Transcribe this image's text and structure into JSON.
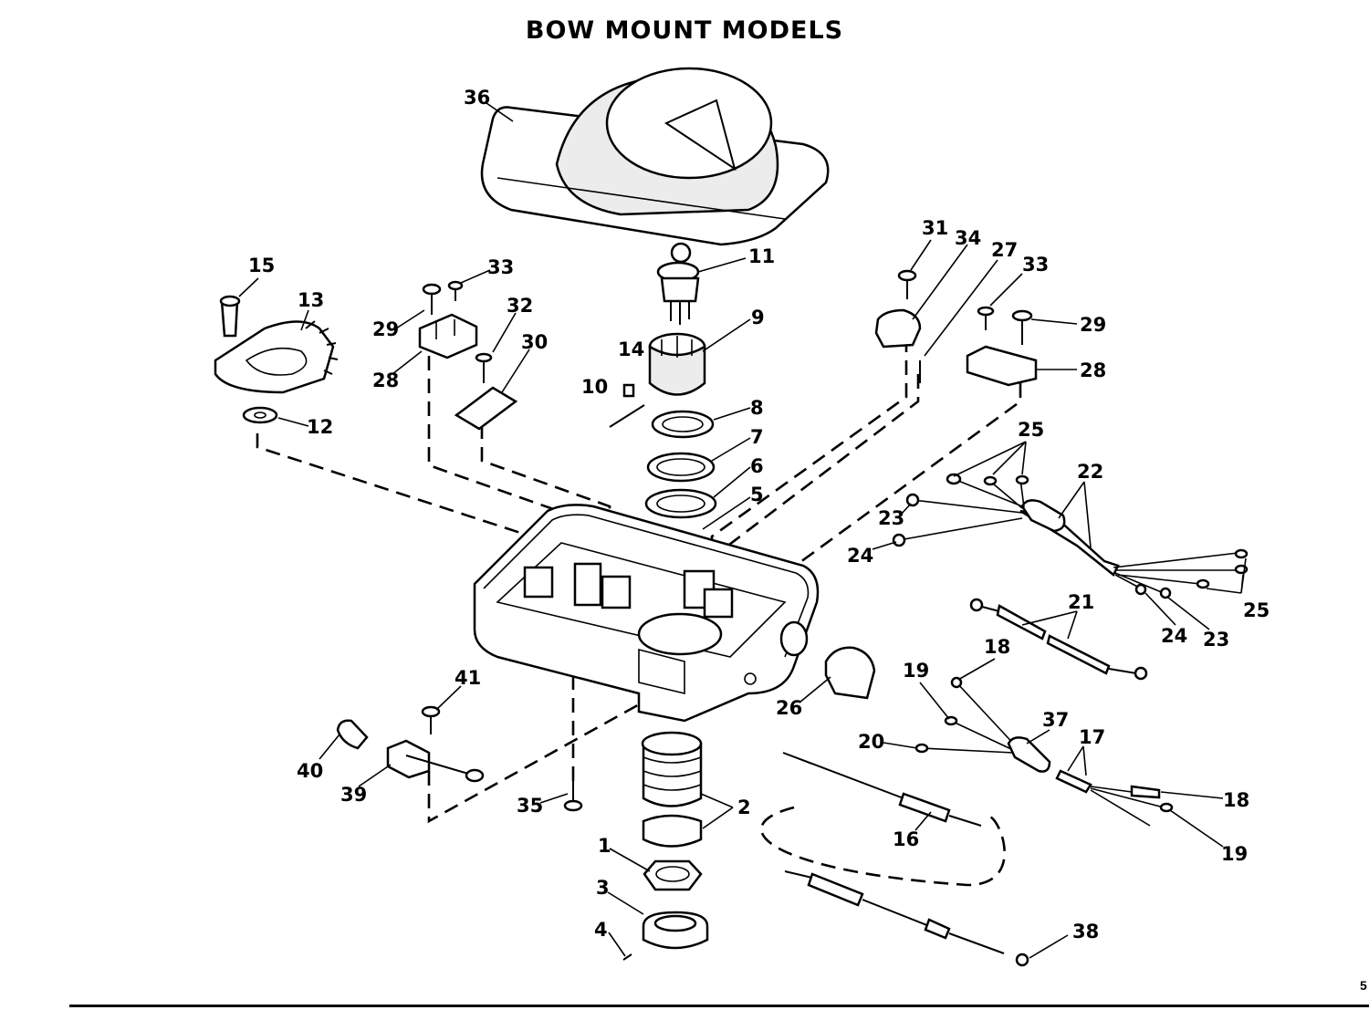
{
  "title": "BOW MOUNT MODELS",
  "page_number": "5",
  "callouts": [
    "1",
    "2",
    "2",
    "3",
    "4",
    "5",
    "6",
    "7",
    "8",
    "9",
    "10",
    "11",
    "12",
    "13",
    "14",
    "15",
    "16",
    "17",
    "17",
    "18",
    "18",
    "19",
    "19",
    "20",
    "21",
    "21",
    "22",
    "22",
    "23",
    "23",
    "24",
    "24",
    "25",
    "25",
    "25",
    "25",
    "25",
    "25",
    "26",
    "27",
    "28",
    "28",
    "29",
    "29",
    "30",
    "31",
    "32",
    "33",
    "33",
    "34",
    "35",
    "36",
    "37",
    "38",
    "39",
    "40",
    "41"
  ]
}
